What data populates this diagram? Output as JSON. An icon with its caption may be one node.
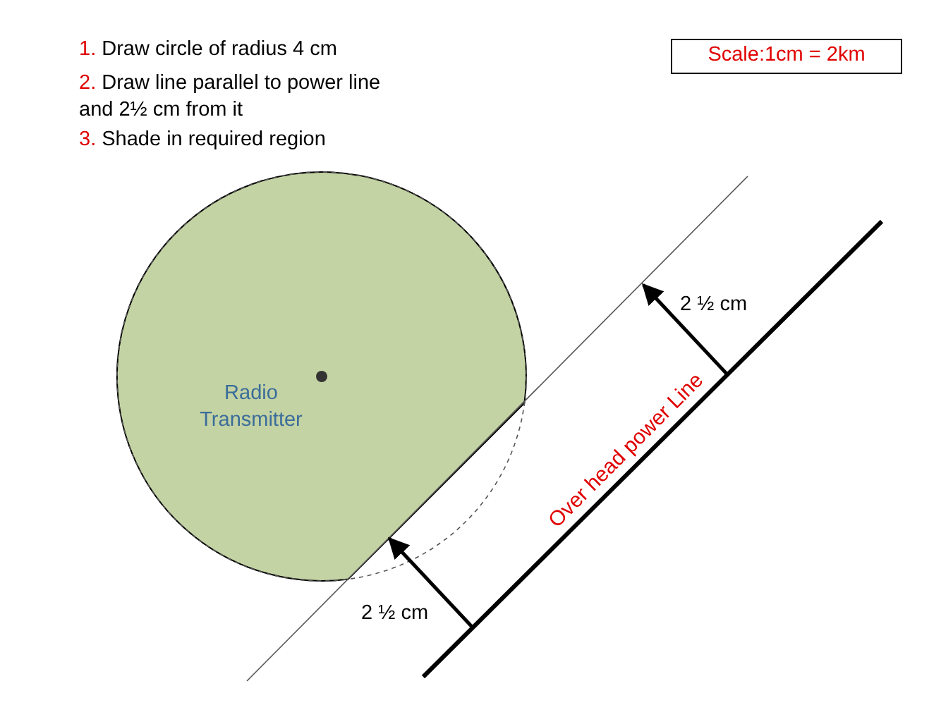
{
  "diagram": {
    "labels": [
      "1. Draw circle of radius 4 cm",
      "2. Draw line parallel to power line and 2½ cm from it",
      "3. Shade in required region",
      "Scale:1cm = 2km",
      "Radio Transmitter",
      "2 ½ cm",
      "2 ½ cm",
      "Over head power Line"
    ]
  }
}
